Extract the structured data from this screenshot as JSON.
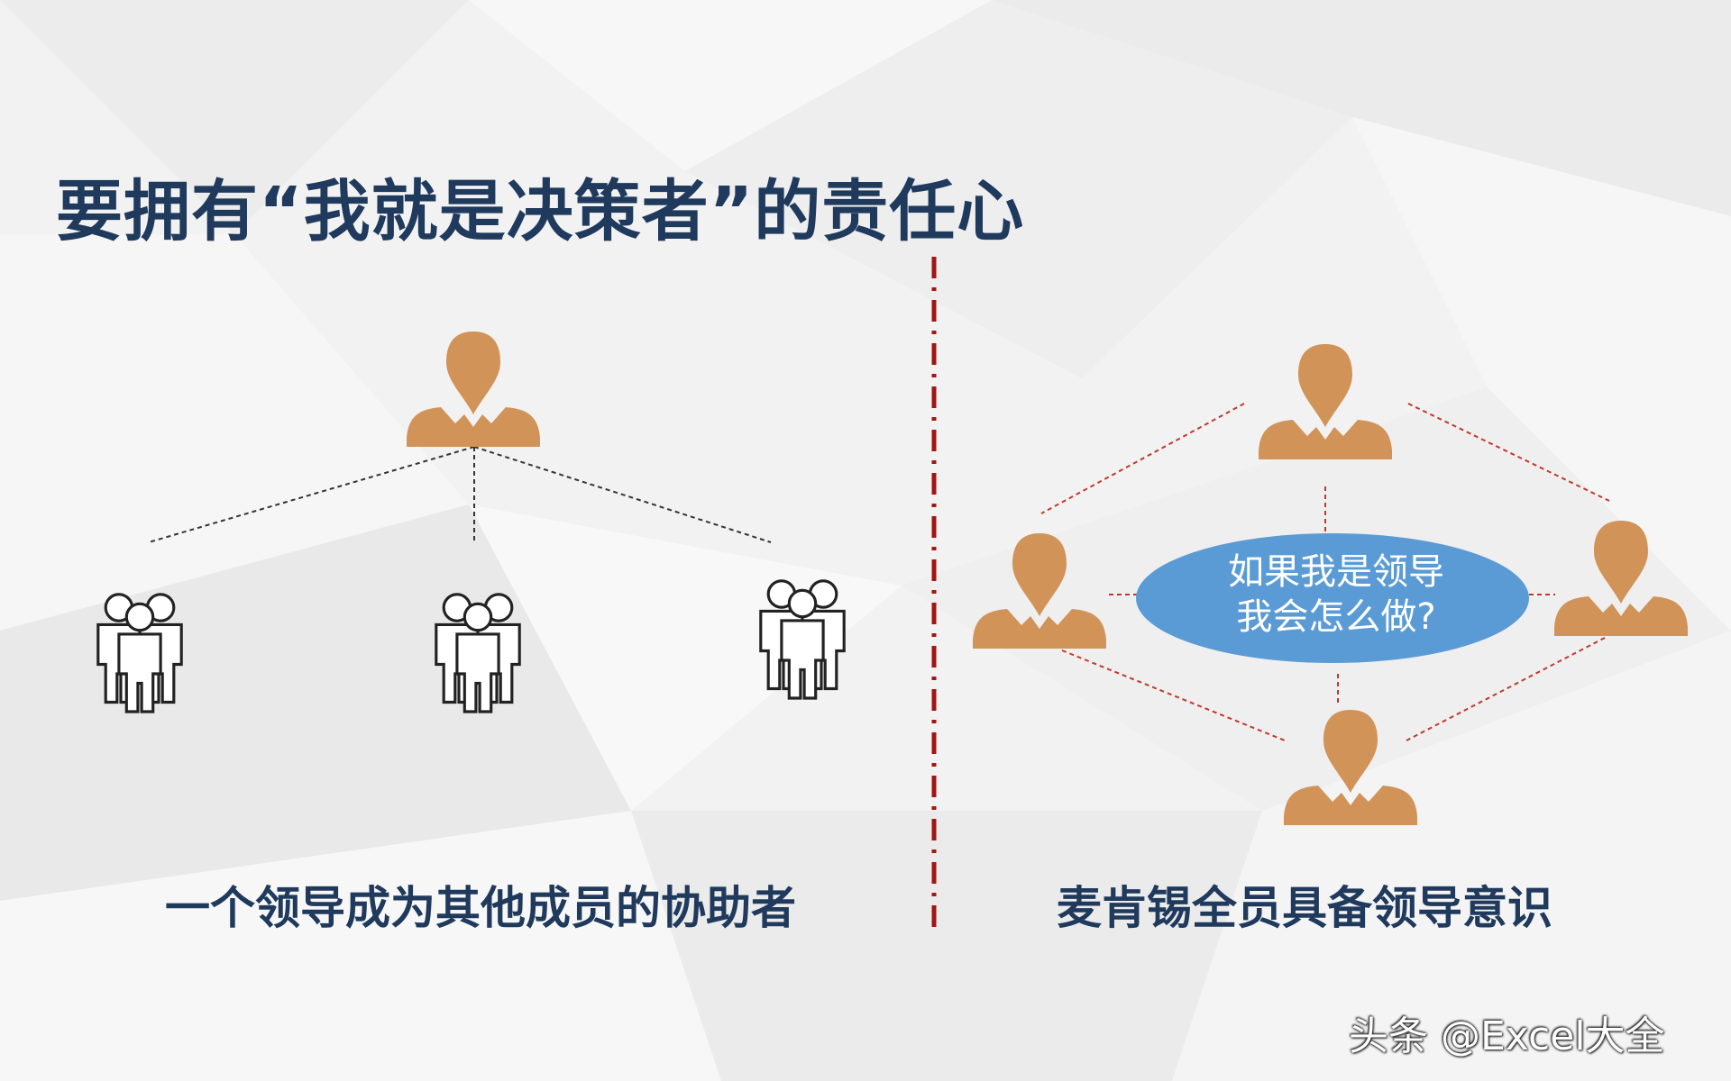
{
  "title": "要拥有“我就是决策者”的责任心",
  "left_caption": "一个领导成为其他成员的协助者",
  "right_caption": "麦肯锡全员具备领导意识",
  "bubble": {
    "line1": "如果我是领导",
    "line2": "我会怎么做?"
  },
  "watermark": "头条 @Excel大全",
  "colors": {
    "title": "#1f3a5c",
    "person": "#d19358",
    "bubble": "#5b9bd5",
    "divider": "#a31515",
    "peer_lines": "#c0392b",
    "hierarchy_lines": "#333333"
  }
}
